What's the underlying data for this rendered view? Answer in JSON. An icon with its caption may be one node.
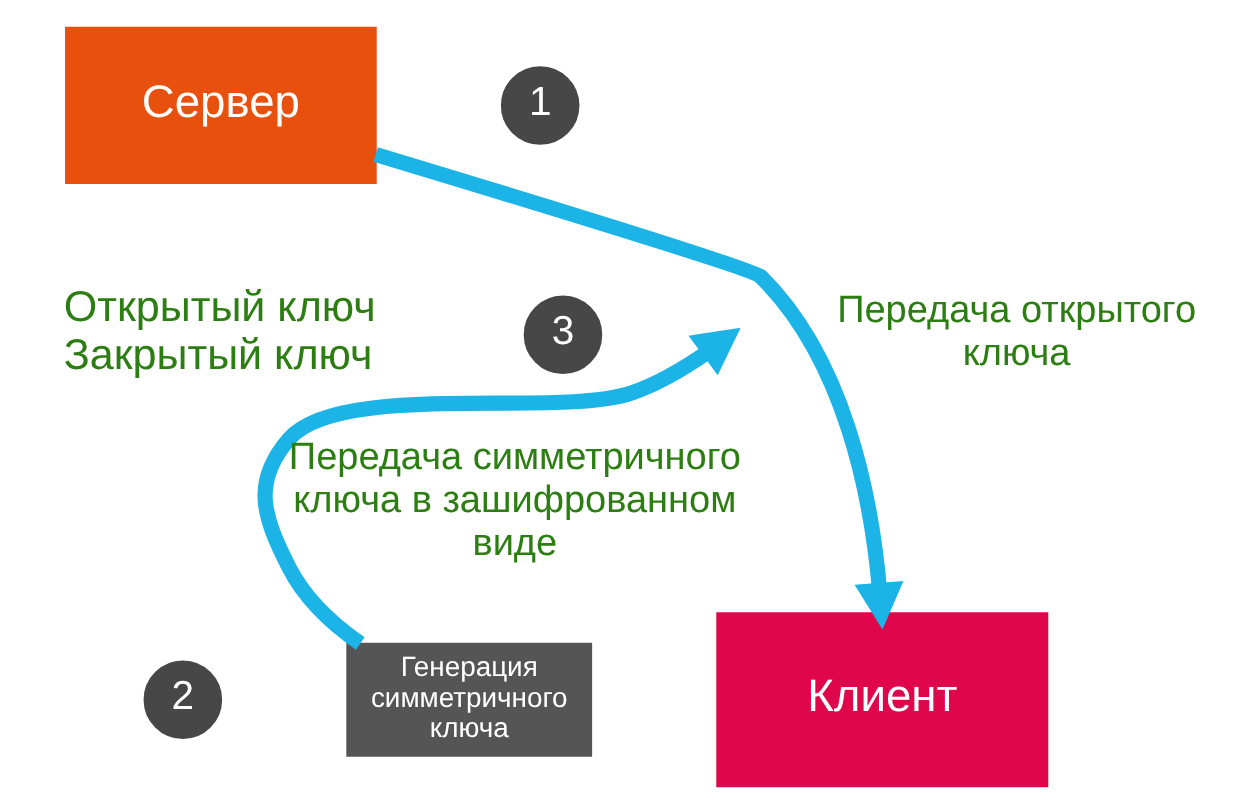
{
  "diagram": {
    "nodes": [
      {
        "text": [
          "Сервер"
        ],
        "beside": [
          "Открытый ключ",
          "Закрытый ключ"
        ]
      },
      {
        "text": [
          "1"
        ]
      },
      {
        "text": [
          "3"
        ]
      },
      {
        "text": [
          "Клиент"
        ]
      },
      {
        "text": [
          "Генерация симметричного ключа"
        ]
      },
      {
        "text": [
          "2"
        ]
      }
    ],
    "edges": [
      {
        "from": 0,
        "to": 3,
        "arrow": "to",
        "label": "Передача открытого ключа"
      },
      {
        "from": 4,
        "to": null,
        "arrow": "to",
        "label": "Передача симметричного ключа в зашифрованном виде"
      }
    ]
  }
}
